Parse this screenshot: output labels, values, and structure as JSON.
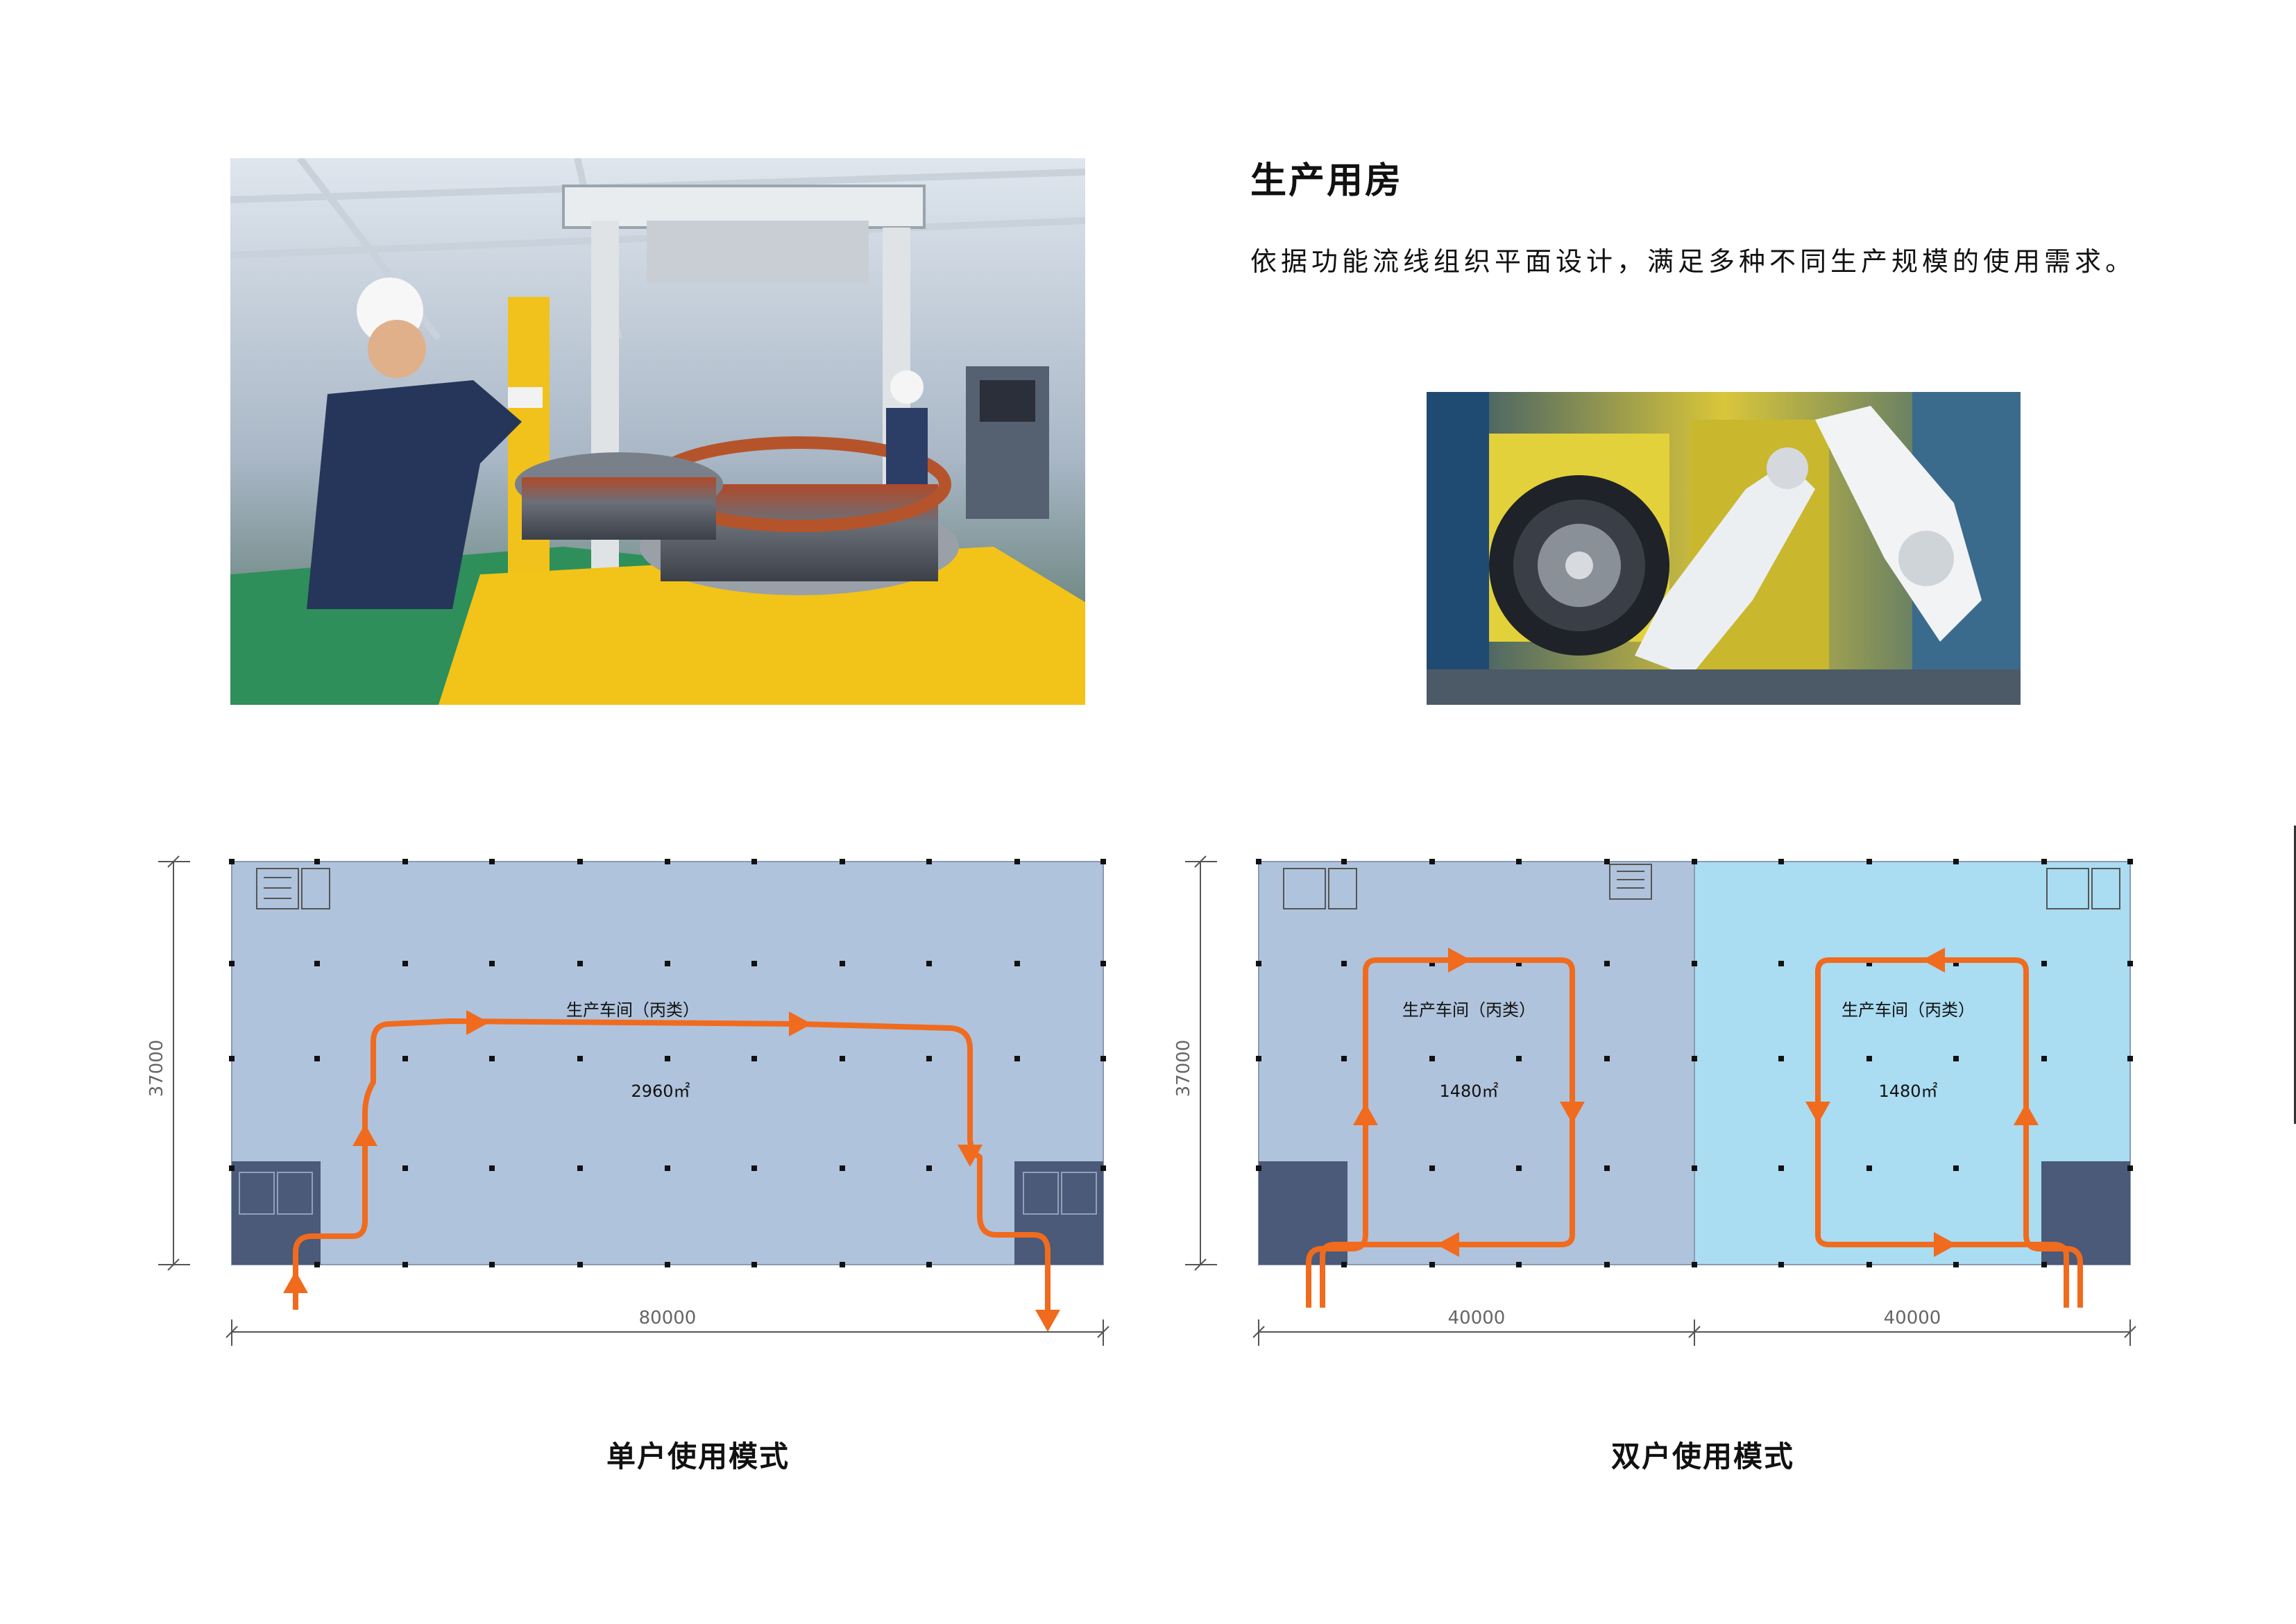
{
  "header": {
    "title": "生产用房",
    "description": "依据功能流线组织平面设计，满足多种不同生产规模的使用需求。"
  },
  "photos": {
    "photo1_alt": "factory assembly line",
    "photo2_alt": "robotic arm"
  },
  "single_mode": {
    "room_label": "生产车间（丙类）",
    "area": "2960㎡",
    "dim_width": "80000",
    "dim_height": "37000",
    "caption": "单户使用模式"
  },
  "double_mode": {
    "left": {
      "room_label": "生产车间（丙类）",
      "area": "1480㎡",
      "dim_width": "40000"
    },
    "right": {
      "room_label": "生产车间（丙类）",
      "area": "1480㎡",
      "dim_width": "40000"
    },
    "dim_height": "37000",
    "caption": "双户使用模式"
  },
  "colors": {
    "floor_blue": "#b0c3dc",
    "floor_light_blue": "#aadcf2",
    "core_dark": "#4a5a78",
    "arrow": "#f06b1e",
    "column": "#111111"
  }
}
